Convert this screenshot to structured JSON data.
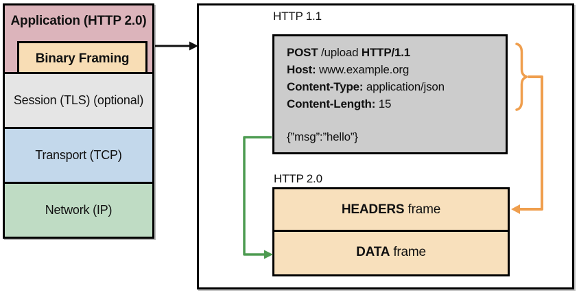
{
  "colors": {
    "black": "#111111",
    "application_bg": "#dcb4bb",
    "binary_framing_bg": "#f8ddb5",
    "session_bg": "#e5e5e5",
    "transport_bg": "#c3d8eb",
    "network_bg": "#bfdcc4",
    "request_box_bg": "#cccccc",
    "frame_bg": "#f8e0bc",
    "green_arrow": "#4d9b51",
    "orange_accent": "#ef9e4d"
  },
  "stack": {
    "application": "Application (HTTP 2.0)",
    "binary_framing": "Binary Framing",
    "session": "Session (TLS) (optional)",
    "transport": "Transport (TCP)",
    "network": "Network (IP)"
  },
  "detail": {
    "http11_label": "HTTP 1.1",
    "http20_label": "HTTP 2.0",
    "request": {
      "line1": {
        "b1": "POST",
        "r1": " /upload ",
        "b2": "HTTP/1.1"
      },
      "line2": {
        "b": "Host:",
        "r": " www.example.org"
      },
      "line3": {
        "b": "Content-Type:",
        "r": " application/json"
      },
      "line4": {
        "b": "Content-Length:",
        "r": " 15"
      },
      "body": "{”msg”:”hello”}"
    },
    "frames": [
      {
        "bold": "HEADERS",
        "rest": " frame"
      },
      {
        "bold": "DATA",
        "rest": " frame"
      }
    ]
  }
}
